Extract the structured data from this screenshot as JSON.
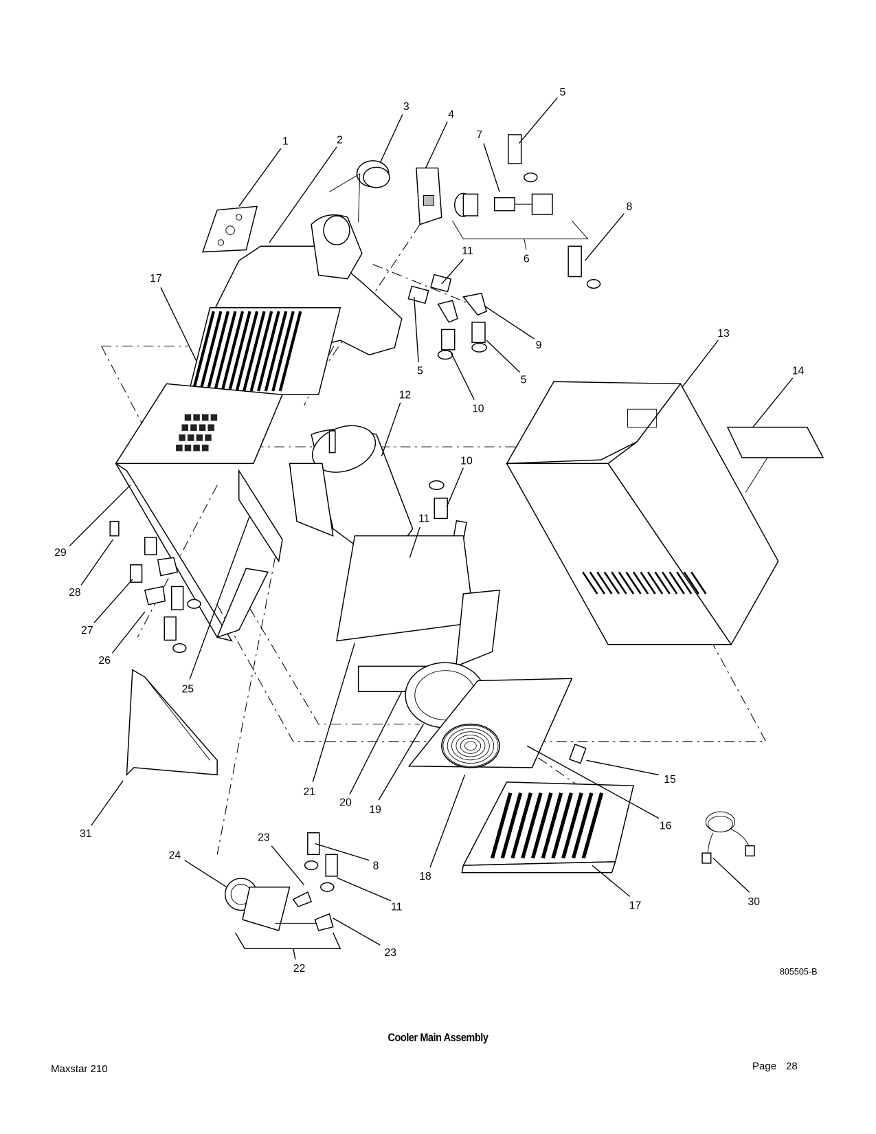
{
  "callouts": [
    "1",
    "2",
    "3",
    "4",
    "5",
    "7",
    "8",
    "6",
    "11",
    "17",
    "9",
    "5",
    "10",
    "5",
    "13",
    "14",
    "12",
    "10",
    "11",
    "29",
    "28",
    "27",
    "26",
    "25",
    "15",
    "21",
    "20",
    "19",
    "16",
    "31",
    "24",
    "23",
    "8",
    "18",
    "11",
    "17",
    "30",
    "23",
    "22"
  ],
  "drawing_number": "805505-B",
  "figure_title": "Cooler Main Assembly",
  "footer": {
    "model": "Maxstar 210",
    "page_label": "Page",
    "page_number": "28"
  }
}
